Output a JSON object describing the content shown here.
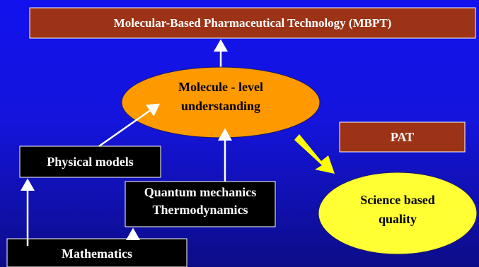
{
  "diagram": {
    "title_box": "Molecular-Based Pharmaceutical Technology (MBPT)",
    "center_line1": "Molecule - level",
    "center_line2": "understanding",
    "pat_box": "PAT",
    "result_line1": "Science based",
    "result_line2": "quality",
    "physical_models": "Physical models",
    "quantum_line1": "Quantum mechanics",
    "quantum_line2": "Thermodynamics",
    "mathematics": "Mathematics"
  },
  "colors": {
    "background_top": "#1212ee",
    "background_bottom": "#0c0c88",
    "title_box_fill": "#9c3317",
    "pat_box_fill": "#9c3317",
    "center_ellipse_fill": "#ff9900",
    "result_ellipse_fill": "#ffff33",
    "black_box_fill": "#000000",
    "yellow_arrow": "#ffff00",
    "connector_arrow": "#ffffff"
  }
}
